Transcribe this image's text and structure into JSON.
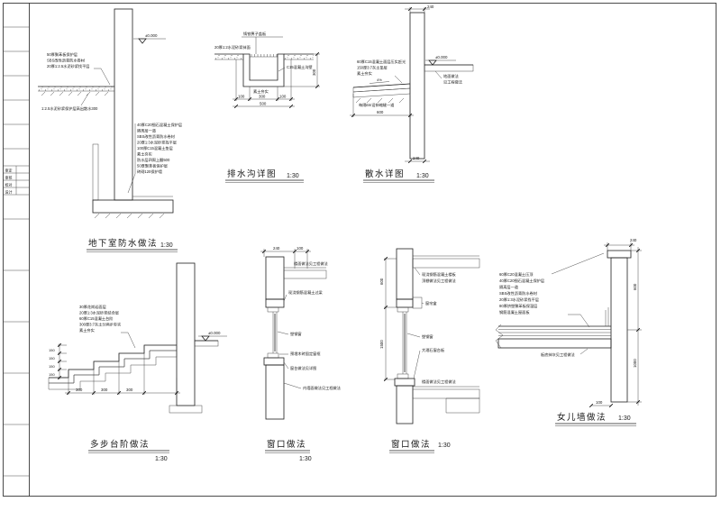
{
  "sheet": {
    "bg": "#ffffff",
    "ink": "#1f1f1f"
  },
  "titleblock": {
    "rows": [
      "审定",
      "审核",
      "校对",
      "设计"
    ]
  },
  "basement": {
    "title": "地下室防水做法",
    "scale": "1:30",
    "level": "±0.000",
    "wall_notes": [
      "50厚聚苯板保护层",
      "SBS改性沥青防水卷材",
      "20厚1:2.5水泥砂浆找平层"
    ],
    "ground_note": "1:2.5水泥砂浆保护层高出散水300",
    "floor_notes": [
      "40厚C20细石混凝土保护层",
      "隔离层一道",
      "SBS改性沥青防水卷材",
      "20厚1:3水泥砂浆找平层",
      "100厚C15混凝土垫层",
      "素土夯实",
      "防水层四周上翻500",
      "50厚聚苯板保护层",
      "砖砌120保护墙"
    ]
  },
  "trench": {
    "title": "排水沟详图",
    "scale": "1:30",
    "top_note": "铸铁箅子盖板",
    "left_note": "20厚1:2水泥砂浆抹面",
    "wall_note": "C15混凝土沟壁",
    "base_note": "素土夯实",
    "dims": [
      "100",
      "300",
      "100"
    ],
    "total": "500",
    "depth": "300"
  },
  "apron": {
    "title": "散水详图",
    "scale": "1:30",
    "level": "±0.000",
    "wall_dim": "240",
    "notes": [
      "60厚C15混凝土面层压实赶光",
      "150厚3:7灰土垫层",
      "素土夯实"
    ],
    "slope": "4%",
    "floor_notes": [
      "地面做法",
      "见工程做法"
    ],
    "exp_note": "每隔6m设伸缩缝一道",
    "width_dim": "600",
    "base_dim": "240"
  },
  "steps": {
    "title": "多步台阶做法",
    "scale": "1:30",
    "level": "±0.000",
    "notes": [
      "30厚花岗岩面层",
      "20厚1:3水泥砂浆结合层",
      "60厚C15混凝土台阶",
      "300厚3:7灰土分两步夯实",
      "素土夯实"
    ],
    "riser_dims": [
      "150",
      "150",
      "150",
      "150"
    ],
    "tread_dims": [
      "300",
      "300",
      "300"
    ]
  },
  "window1": {
    "title": "窗口做法",
    "scale": "1:30",
    "top_dims": [
      "240",
      "100"
    ],
    "slab_note": "楼面做法见工程做法",
    "lintel_note": "现浇钢筋混凝土过梁",
    "frame_note": "塑钢窗",
    "anchor_note": "预埋木砖固定窗框",
    "sill_note": "窗台做法见详图",
    "wall_note": "内墙面做法见工程做法"
  },
  "window2": {
    "title": "窗口做法",
    "scale": "1:30",
    "dim_top": "600",
    "dim_mid": "1500",
    "slab_notes": [
      "现浇钢筋混凝土楼板",
      "顶棚做法见工程做法"
    ],
    "box_note": "窗帘盒",
    "frame_note": "塑钢窗",
    "sill_note": "大理石窗台板",
    "floor_note": "楼面做法见工程做法"
  },
  "parapet": {
    "title": "女儿墙做法",
    "scale": "1:30",
    "top_dim": "240",
    "h_dim1": "600",
    "h_dim2": "1000",
    "notes": [
      "60厚C20混凝土压顶",
      "40厚C20细石混凝土保护层",
      "隔离层一道",
      "SBS改性沥青防水卷材",
      "20厚1:3水泥砂浆找平层",
      "80厚挤塑聚苯板保温层",
      "钢筋混凝土屋面板"
    ],
    "ceiling_note": "板底抹灰见工程做法",
    "base_dim": "100"
  }
}
